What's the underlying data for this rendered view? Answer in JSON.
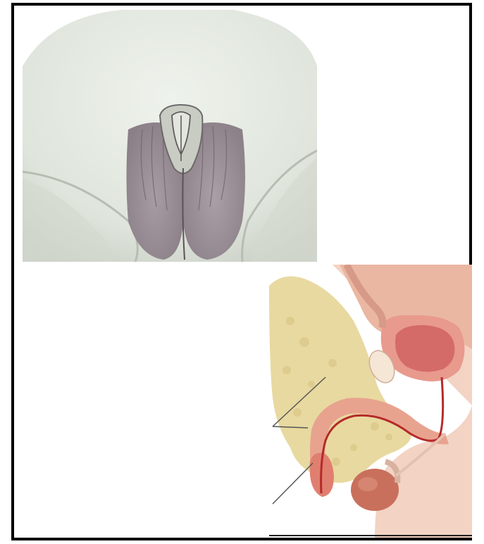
{
  "figure": {
    "top_image": {
      "kind": "clinical-photo",
      "description_name": "infant-genital-photo"
    },
    "bottom_image": {
      "kind": "anatomical-illustration",
      "description_name": "male-pelvis-sagittal-section"
    },
    "colors": {
      "border": "#000000",
      "skin_light": "#e6ebe4",
      "skin_shadow": "#b9bfb6",
      "scrotum": "#9a8f97",
      "fat_yellow": "#e8d9a0",
      "tissue_pink": "#f2c2b0",
      "bladder": "#d97a76",
      "urethra": "#b52a2a",
      "testis": "#c9705c"
    }
  }
}
